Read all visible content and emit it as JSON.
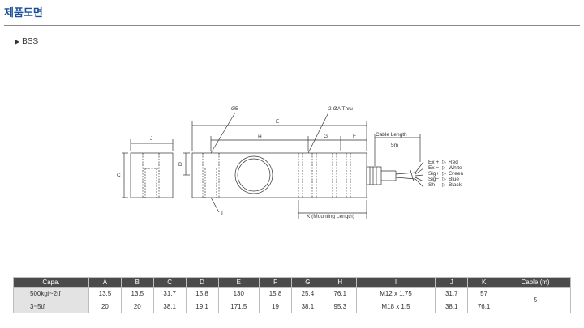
{
  "page": {
    "title": "제품도면",
    "subtitle": "BSS"
  },
  "drawing": {
    "labels": {
      "j": "J",
      "c": "C",
      "d": "D",
      "e": "E",
      "h": "H",
      "g": "G",
      "f": "F",
      "b": "ØB",
      "thru": "2-ØA Thru",
      "i": "I",
      "k": "K (Mounting Length)",
      "cable_length": "Cable Length",
      "cable_value": "5m"
    },
    "wires": [
      {
        "pin": "Ex +",
        "color": "Red"
      },
      {
        "pin": "Ex −",
        "color": "White"
      },
      {
        "pin": "Sig+",
        "color": "Green"
      },
      {
        "pin": "Sig−",
        "color": "Blue"
      },
      {
        "pin": "Sh",
        "color": "Black"
      }
    ],
    "arrow_glyph": "▷"
  },
  "table": {
    "headers": [
      "Capa.",
      "A",
      "B",
      "C",
      "D",
      "E",
      "F",
      "G",
      "H",
      "I",
      "J",
      "K",
      "Cable (m)"
    ],
    "rows": [
      {
        "capa": "500kgf~2tf",
        "a": "13.5",
        "b": "13.5",
        "c": "31.7",
        "d": "15.8",
        "e": "130",
        "f": "15.8",
        "g": "25.4",
        "h": "76.1",
        "i": "M12 x 1.75",
        "j": "31.7",
        "k": "57"
      },
      {
        "capa": "3~5tf",
        "a": "20",
        "b": "20",
        "c": "38.1",
        "d": "19.1",
        "e": "171.5",
        "f": "19",
        "g": "38.1",
        "h": "95.3",
        "i": "M18 x 1.5",
        "j": "38.1",
        "k": "76.1"
      }
    ],
    "cable": "5"
  }
}
